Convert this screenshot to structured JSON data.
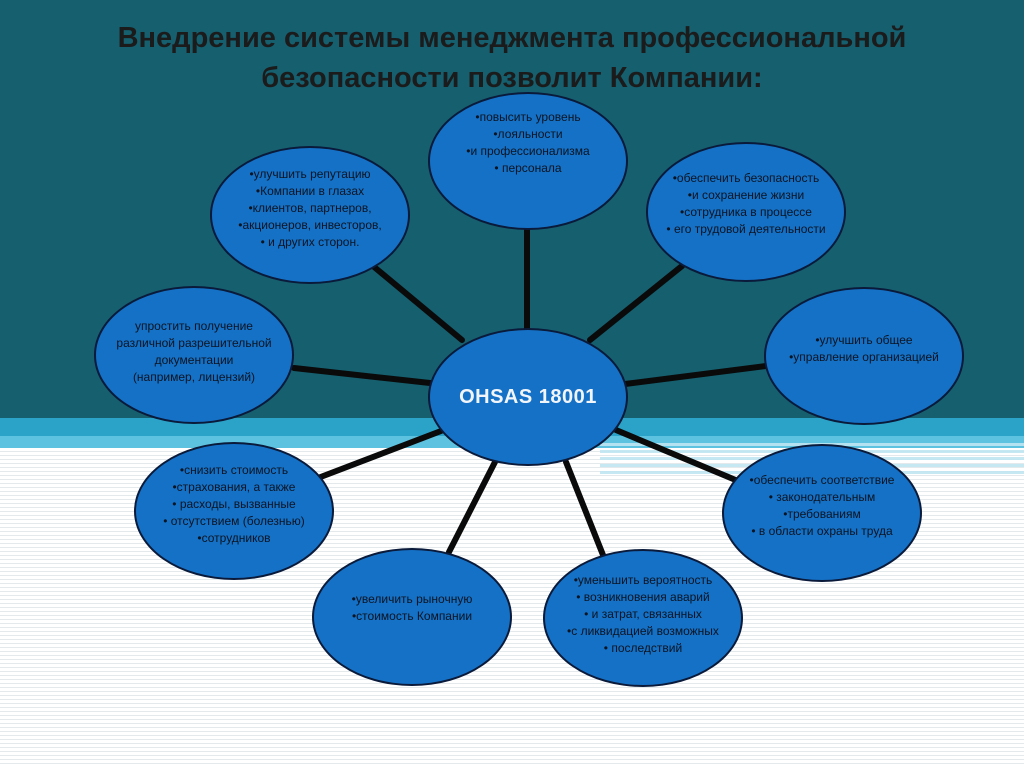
{
  "title": {
    "line1": "Внедрение системы менеджмента профессиональной",
    "line2": "безопасности позволит Компании:"
  },
  "center": {
    "label": "OHSAS 18001"
  },
  "nodes": [
    {
      "id": "loyalty",
      "lines": [
        "•повысить уровень",
        "•лояльности",
        "•и профессионализма",
        "• персонала"
      ]
    },
    {
      "id": "safety",
      "lines": [
        "•обеспечить безопасность",
        "•и сохранение жизни",
        "•сотрудника в процессе",
        "• его трудовой деятельности"
      ]
    },
    {
      "id": "management",
      "lines": [
        "•улучшить общее",
        "•управление организацией"
      ]
    },
    {
      "id": "compliance",
      "lines": [
        "•обеспечить соответствие",
        "• законодательным",
        "•требованиям",
        "• в области охраны труда"
      ]
    },
    {
      "id": "accidents",
      "lines": [
        "•уменьшить вероятность",
        "• возникновения аварий",
        "• и затрат, связанных",
        "•с ликвидацией возможных",
        "• последствий"
      ]
    },
    {
      "id": "market-value",
      "lines": [
        "•увеличить рыночную",
        "•стоимость Компании"
      ]
    },
    {
      "id": "insurance",
      "lines": [
        "•снизить стоимость",
        "•страхования, а также",
        "• расходы, вызванные",
        "• отсутствием (болезнью)",
        "•сотрудников"
      ]
    },
    {
      "id": "permits",
      "lines": [
        "упростить получение",
        "различной разрешительной",
        "документации",
        "(например, лицензий)"
      ]
    },
    {
      "id": "reputation",
      "lines": [
        "•улучшить репутацию",
        "•Компании в глазах",
        "•клиентов, партнеров,",
        "•акционеров, инвесторов,",
        "• и других сторон."
      ]
    }
  ],
  "colors": {
    "background_top": "#155f6f",
    "node_fill": "#1571c6",
    "node_border": "#0a1a3a",
    "connector": "#0a0a0a"
  }
}
